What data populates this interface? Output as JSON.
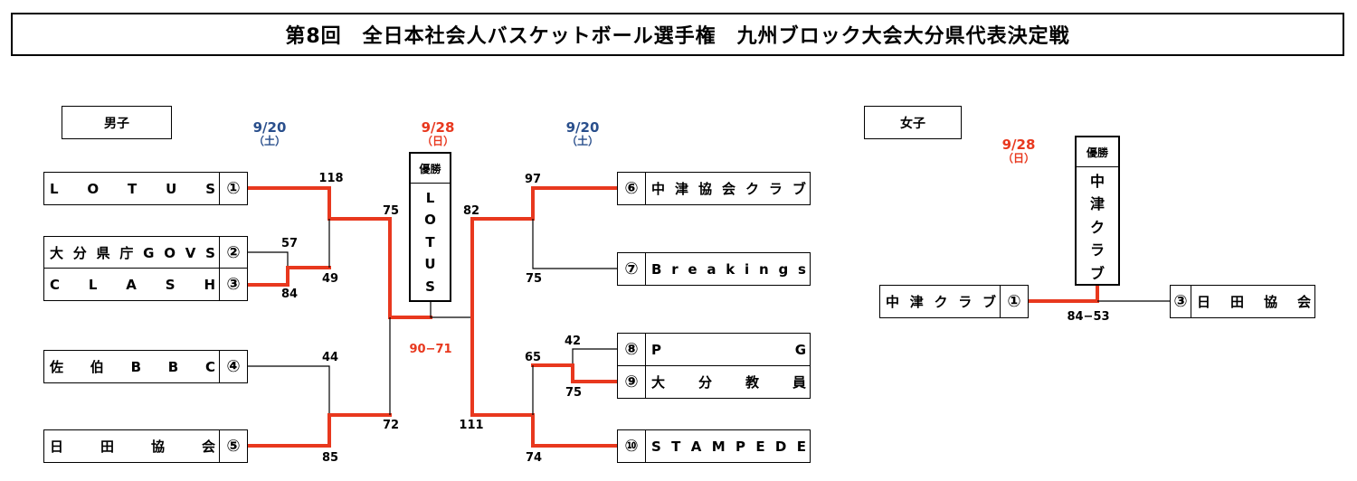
{
  "title": "第8回　全日本社会人バスケットボール選手権　九州ブロック大会大分県代表決定戦",
  "men": {
    "label": "男子",
    "dates": {
      "left": {
        "date": "9/20",
        "day": "（土）"
      },
      "final": {
        "date": "9/28",
        "day": "（日）"
      },
      "right": {
        "date": "9/20",
        "day": "（土）"
      }
    },
    "champion": {
      "header": "優勝",
      "name": [
        "L",
        "O",
        "T",
        "U",
        "S"
      ]
    },
    "left_teams": [
      {
        "seed": "①",
        "name": [
          "L",
          "O",
          "T",
          "U",
          "S"
        ]
      },
      {
        "seed": "②",
        "name": [
          "大",
          "分",
          "県",
          "庁",
          "G",
          "O",
          "V",
          "S"
        ]
      },
      {
        "seed": "③",
        "name": [
          "C",
          "L",
          "A",
          "S",
          "H"
        ]
      },
      {
        "seed": "④",
        "name": [
          "佐",
          "伯",
          "B",
          "B",
          "C"
        ]
      },
      {
        "seed": "⑤",
        "name": [
          "日",
          "田",
          "協",
          "会"
        ]
      }
    ],
    "right_teams": [
      {
        "seed": "⑥",
        "name": [
          "中",
          "津",
          "協",
          "会",
          "ク",
          "ラ",
          "ブ"
        ]
      },
      {
        "seed": "⑦",
        "name": [
          "B",
          "r",
          "e",
          "a",
          "k",
          "i",
          "n",
          "g",
          "s"
        ]
      },
      {
        "seed": "⑧",
        "name": [
          "P",
          "G"
        ]
      },
      {
        "seed": "⑨",
        "name": [
          "大",
          "分",
          "教",
          "員"
        ]
      },
      {
        "seed": "⑩",
        "name": [
          "S",
          "T",
          "A",
          "M",
          "P",
          "E",
          "D",
          "E"
        ]
      }
    ],
    "scores": {
      "s118": "118",
      "s57": "57",
      "s49": "49",
      "s84": "84",
      "s75a": "75",
      "s44": "44",
      "s72": "72",
      "s85": "85",
      "s97": "97",
      "s75b": "75",
      "s82": "82",
      "s42": "42",
      "s65": "65",
      "s75c": "75",
      "s111": "111",
      "s74": "74",
      "final": "90−71"
    }
  },
  "women": {
    "label": "女子",
    "date": {
      "date": "9/28",
      "day": "（日）"
    },
    "champion": {
      "header": "優勝",
      "name": [
        "中",
        "津",
        "ク",
        "ラ",
        "ブ"
      ]
    },
    "left_team": {
      "seed": "①",
      "name": [
        "中",
        "津",
        "ク",
        "ラ",
        "ブ"
      ]
    },
    "right_team": {
      "seed": "③",
      "name": [
        "日",
        "田",
        "協",
        "会"
      ]
    },
    "final_score": "84−53"
  },
  "colors": {
    "winner_line": "#e8381e",
    "date_blue": "#2a4f8c",
    "date_red": "#e8381e"
  }
}
